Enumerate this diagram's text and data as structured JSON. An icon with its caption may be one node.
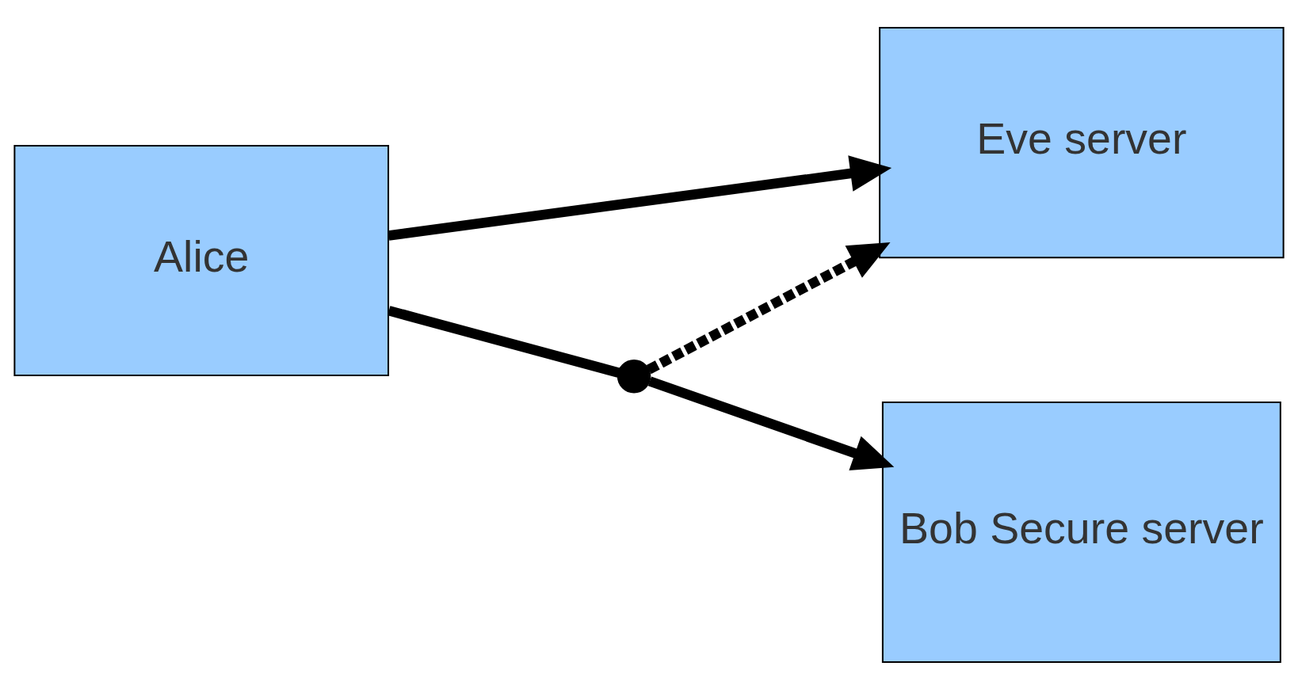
{
  "diagram": {
    "nodes": [
      {
        "text": [
          "Alice"
        ]
      },
      {
        "text": [
          "Eve server"
        ]
      },
      {
        "text": [
          "Bob Secure server"
        ]
      },
      {
        "text": [],
        "shape": "circle"
      }
    ],
    "edges": [
      {
        "from": 0,
        "to": 1,
        "arrow": "to"
      },
      {
        "from": 0,
        "to": 3,
        "arrow": "none"
      },
      {
        "from": 3,
        "to": 2,
        "arrow": "to"
      },
      {
        "from": 3,
        "to": 1,
        "arrow": "to",
        "style": "dashed"
      }
    ]
  }
}
